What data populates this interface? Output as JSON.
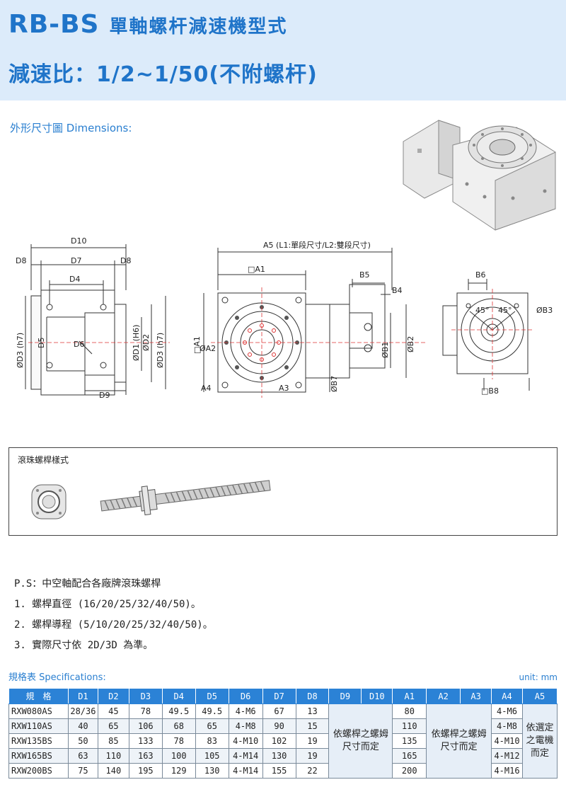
{
  "header": {
    "model": "RB-BS",
    "subtitle": "單軸螺杆減速機型式",
    "ratio_line": "減速比：1/2~1/50(不附螺杆)"
  },
  "section_dimensions": "外形尺寸圖 Dimensions:",
  "drawing_labels": {
    "d10": "D10",
    "d8_left": "D8",
    "d7": "D7",
    "d8_right": "D8",
    "d4": "D4",
    "d3_left": "ØD3 (h7)",
    "d5": "D5",
    "d6": "D6",
    "d1": "ØD1 (H6)",
    "d2": "ØD2",
    "d3_right": "ØD3 (h7)",
    "d9": "D9",
    "a5": "A5 (L1:單段尺寸/L2:雙段尺寸)",
    "a1_top": "□A1",
    "a1_side": "□A1",
    "a2": "ØA2",
    "a3": "A3",
    "a4": "A4",
    "b5": "B5",
    "b4": "B4",
    "b2": "ØB2",
    "b1": "ØB1",
    "b7": "ØB7",
    "b6": "B6",
    "b3": "ØB3",
    "b8": "□B8",
    "angle1": "45°",
    "angle2": "45°"
  },
  "ballscrew": {
    "title": "滾珠螺桿樣式"
  },
  "notes": [
    "P.S：中空軸配合各廠牌滾珠螺桿",
    "1. 螺桿直徑 (16/20/25/32/40/50)。",
    "2. 螺桿導程 (5/10/20/25/32/40/50)。",
    "3. 實際尺寸依 2D/3D 為準。"
  ],
  "spec": {
    "title": "規格表 Specifications:",
    "unit": "unit: mm",
    "headers": [
      "規　格",
      "D1",
      "D2",
      "D3",
      "D4",
      "D5",
      "D6",
      "D7",
      "D8",
      "D9",
      "D10",
      "A1",
      "A2",
      "A3",
      "A4",
      "A5"
    ],
    "merged_d9_d10": "依螺桿之螺姆尺寸而定",
    "merged_a2_a3": "依螺桿之螺姆尺寸而定",
    "merged_a5": "依選定之電機而定",
    "rows": [
      {
        "model": "RXW080AS",
        "d1": "28/36",
        "d2": "45",
        "d3": "78",
        "d4": "49.5",
        "d5": "49.5",
        "d6": "4-M6",
        "d7": "67",
        "d8": "13",
        "a1": "80",
        "a4": "4-M6"
      },
      {
        "model": "RXW110AS",
        "d1": "40",
        "d2": "65",
        "d3": "106",
        "d4": "68",
        "d5": "65",
        "d6": "4-M8",
        "d7": "90",
        "d8": "15",
        "a1": "110",
        "a4": "4-M8"
      },
      {
        "model": "RXW135BS",
        "d1": "50",
        "d2": "85",
        "d3": "133",
        "d4": "78",
        "d5": "83",
        "d6": "4-M10",
        "d7": "102",
        "d8": "19",
        "a1": "135",
        "a4": "4-M10"
      },
      {
        "model": "RXW165BS",
        "d1": "63",
        "d2": "110",
        "d3": "163",
        "d4": "100",
        "d5": "105",
        "d6": "4-M14",
        "d7": "130",
        "d8": "19",
        "a1": "165",
        "a4": "4-M12"
      },
      {
        "model": "RXW200BS",
        "d1": "75",
        "d2": "140",
        "d3": "195",
        "d4": "129",
        "d5": "130",
        "d6": "4-M14",
        "d7": "155",
        "d8": "22",
        "a1": "200",
        "a4": "4-M16"
      }
    ]
  }
}
